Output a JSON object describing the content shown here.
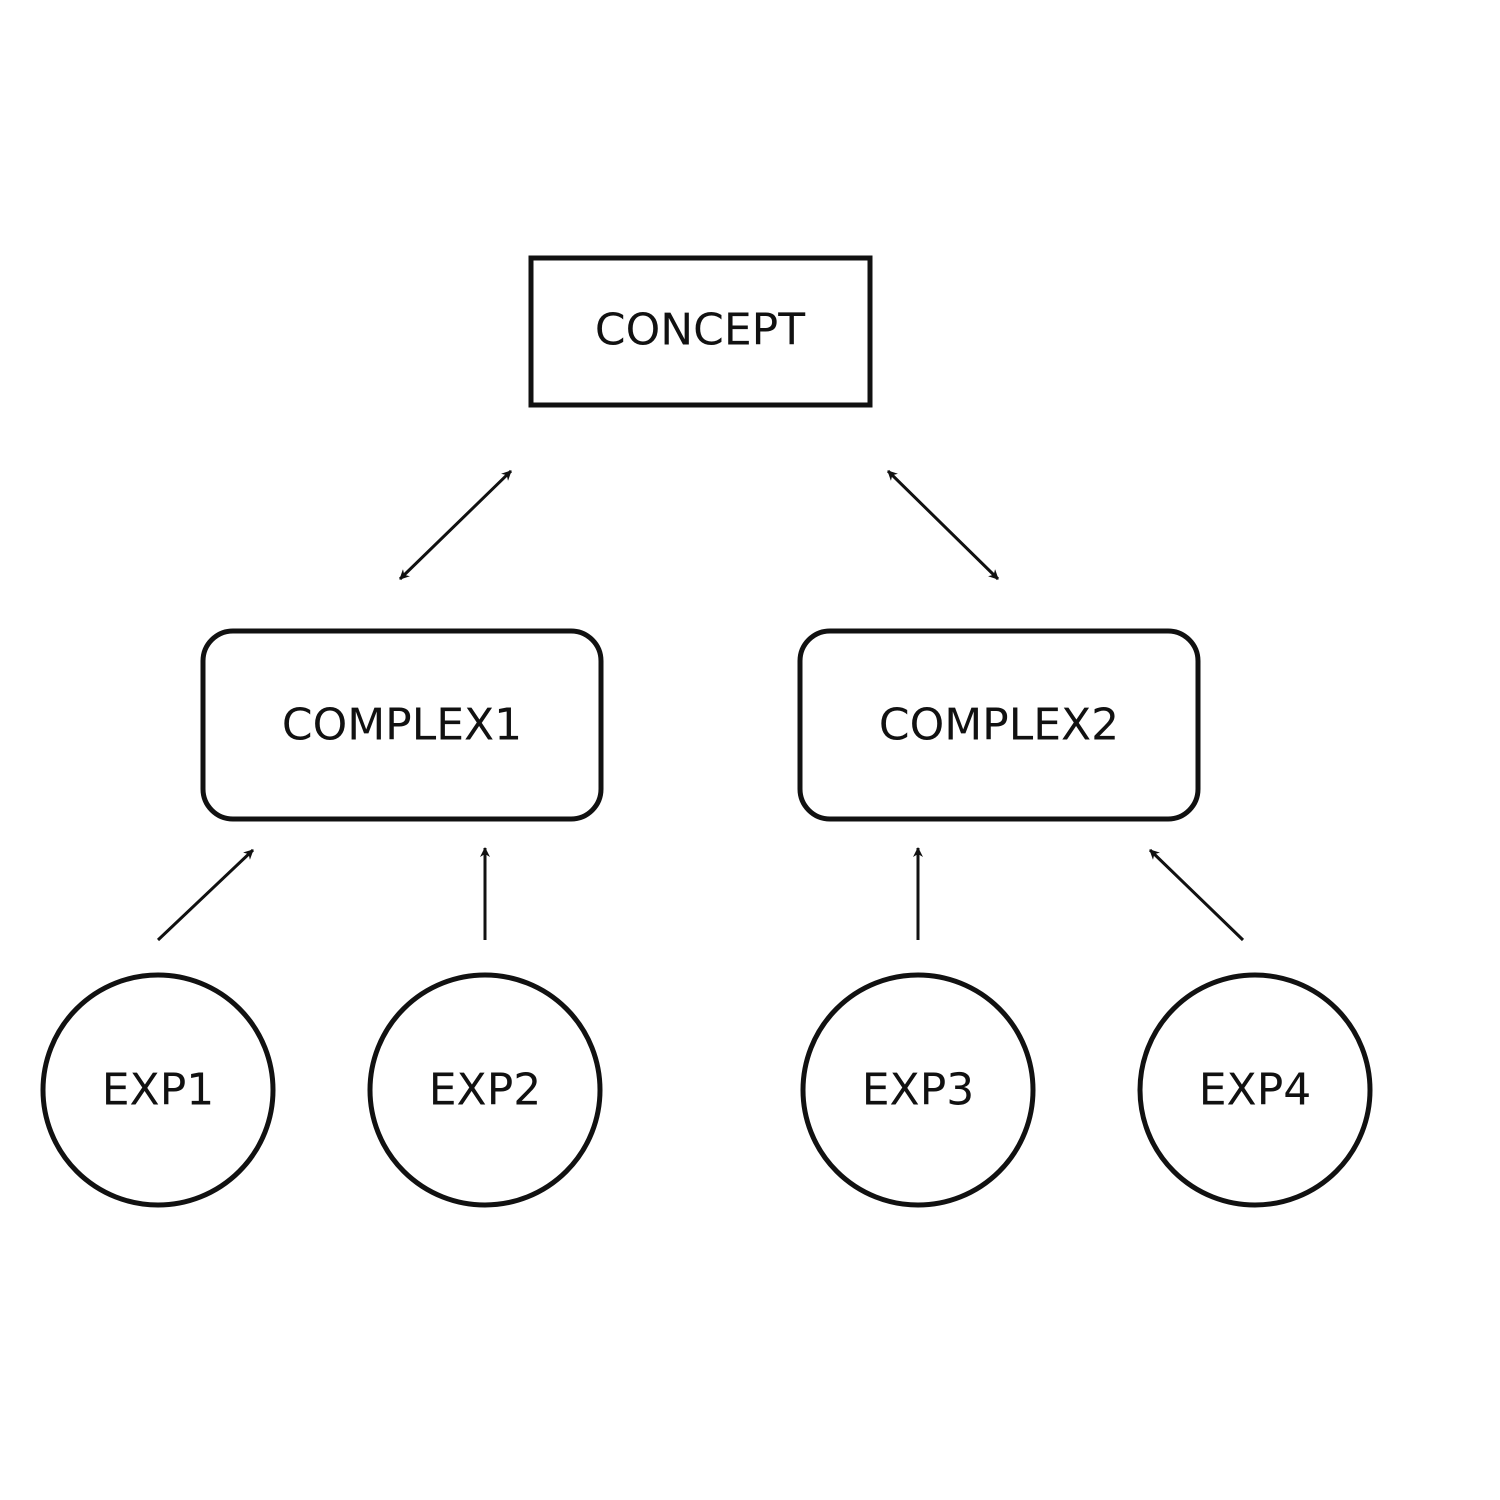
{
  "diagram": {
    "nodes": {
      "concept": "CONCEPT",
      "complex1": "COMPLEX1",
      "complex2": "COMPLEX2",
      "exp1": "EXP1",
      "exp2": "EXP2",
      "exp3": "EXP3",
      "exp4": "EXP4"
    },
    "edges": [
      {
        "from": "complex1",
        "to": "concept",
        "direction": "both"
      },
      {
        "from": "complex2",
        "to": "concept",
        "direction": "both"
      },
      {
        "from": "exp1",
        "to": "complex1",
        "direction": "forward"
      },
      {
        "from": "exp2",
        "to": "complex1",
        "direction": "forward"
      },
      {
        "from": "exp3",
        "to": "complex2",
        "direction": "forward"
      },
      {
        "from": "exp4",
        "to": "complex2",
        "direction": "forward"
      }
    ]
  }
}
